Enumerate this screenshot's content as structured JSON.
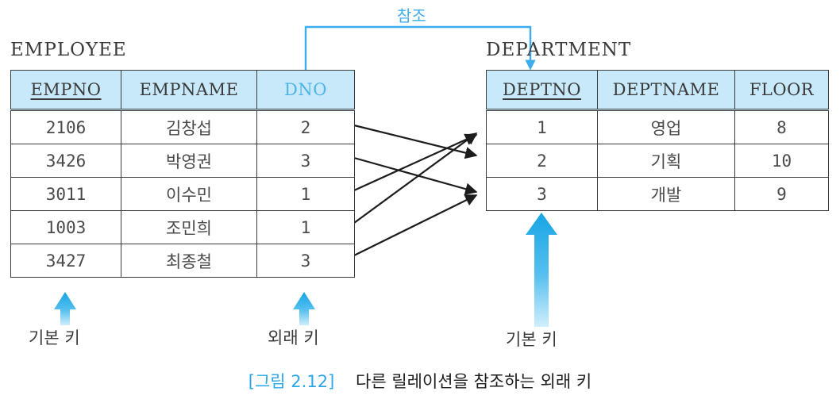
{
  "figure": {
    "caption_number": "[그림 2.12]",
    "caption_text": "다른 릴레이션을 참조하는 외래 키",
    "reference_label": "참조"
  },
  "colors": {
    "header_fill": "#c7e9fa",
    "accent_blue": "#4fb3e8",
    "label_blue": "#3cacec",
    "border": "#3b3b3b",
    "text": "#3a3a3a"
  },
  "employee": {
    "title": "EMPLOYEE",
    "columns": [
      {
        "label": "EMPNO",
        "role": "primary-key"
      },
      {
        "label": "EMPNAME",
        "role": "attribute"
      },
      {
        "label": "DNO",
        "role": "foreign-key"
      }
    ],
    "rows": [
      {
        "empno": "2106",
        "empname": "김창섭",
        "dno": "2"
      },
      {
        "empno": "3426",
        "empname": "박영권",
        "dno": "3"
      },
      {
        "empno": "3011",
        "empname": "이수민",
        "dno": "1"
      },
      {
        "empno": "1003",
        "empname": "조민희",
        "dno": "1"
      },
      {
        "empno": "3427",
        "empname": "최종철",
        "dno": "3"
      }
    ],
    "annotations": {
      "primary_key": "기본 키",
      "foreign_key": "외래 키"
    }
  },
  "department": {
    "title": "DEPARTMENT",
    "columns": [
      {
        "label": "DEPTNO",
        "role": "primary-key"
      },
      {
        "label": "DEPTNAME",
        "role": "attribute"
      },
      {
        "label": "FLOOR",
        "role": "attribute"
      }
    ],
    "rows": [
      {
        "deptno": "1",
        "deptname": "영업",
        "floor": "8"
      },
      {
        "deptno": "2",
        "deptname": "기획",
        "floor": "10"
      },
      {
        "deptno": "3",
        "deptname": "개발",
        "floor": "9"
      }
    ],
    "annotations": {
      "primary_key": "기본 키"
    }
  },
  "relationships": [
    {
      "from_row": 1,
      "from_value": "2",
      "to_row": 2,
      "to_value": "2"
    },
    {
      "from_row": 2,
      "from_value": "3",
      "to_row": 3,
      "to_value": "3"
    },
    {
      "from_row": 3,
      "from_value": "1",
      "to_row": 1,
      "to_value": "1"
    },
    {
      "from_row": 4,
      "from_value": "1",
      "to_row": 1,
      "to_value": "1"
    },
    {
      "from_row": 5,
      "from_value": "3",
      "to_row": 3,
      "to_value": "3"
    }
  ]
}
